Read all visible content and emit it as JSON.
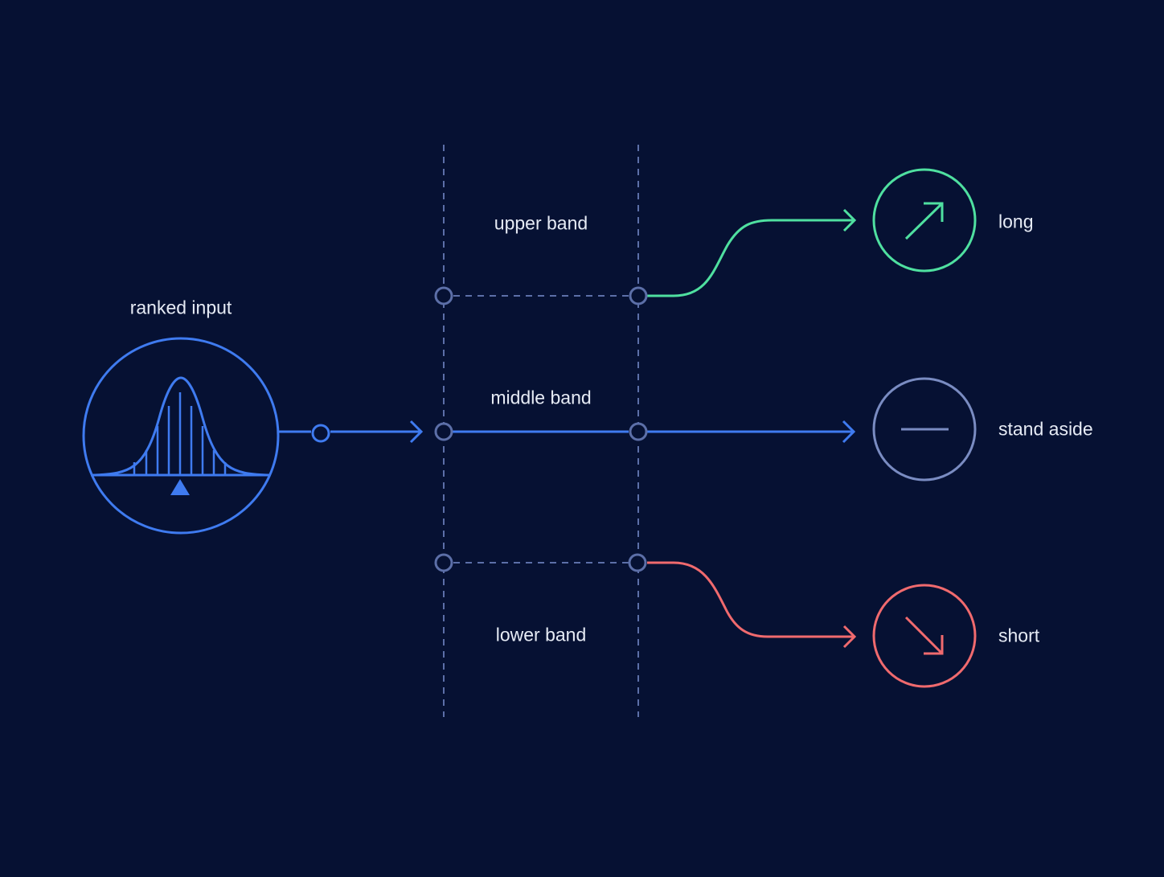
{
  "colors": {
    "background": "#061133",
    "blue": "#3f7bf0",
    "green": "#4fe0a0",
    "red": "#f06a6e",
    "slate": "#5c6fa8",
    "grey_circle": "#7a8cc2",
    "text": "#e6ebf5"
  },
  "labels": {
    "input": "ranked input",
    "upper_band": "upper band",
    "middle_band": "middle band",
    "lower_band": "lower band",
    "long": "long",
    "stand_aside": "stand aside",
    "short": "short"
  },
  "icons": {
    "input": "bell-curve-icon",
    "long": "arrow-up-right-icon",
    "stand_aside": "minus-icon",
    "short": "arrow-down-right-icon"
  }
}
